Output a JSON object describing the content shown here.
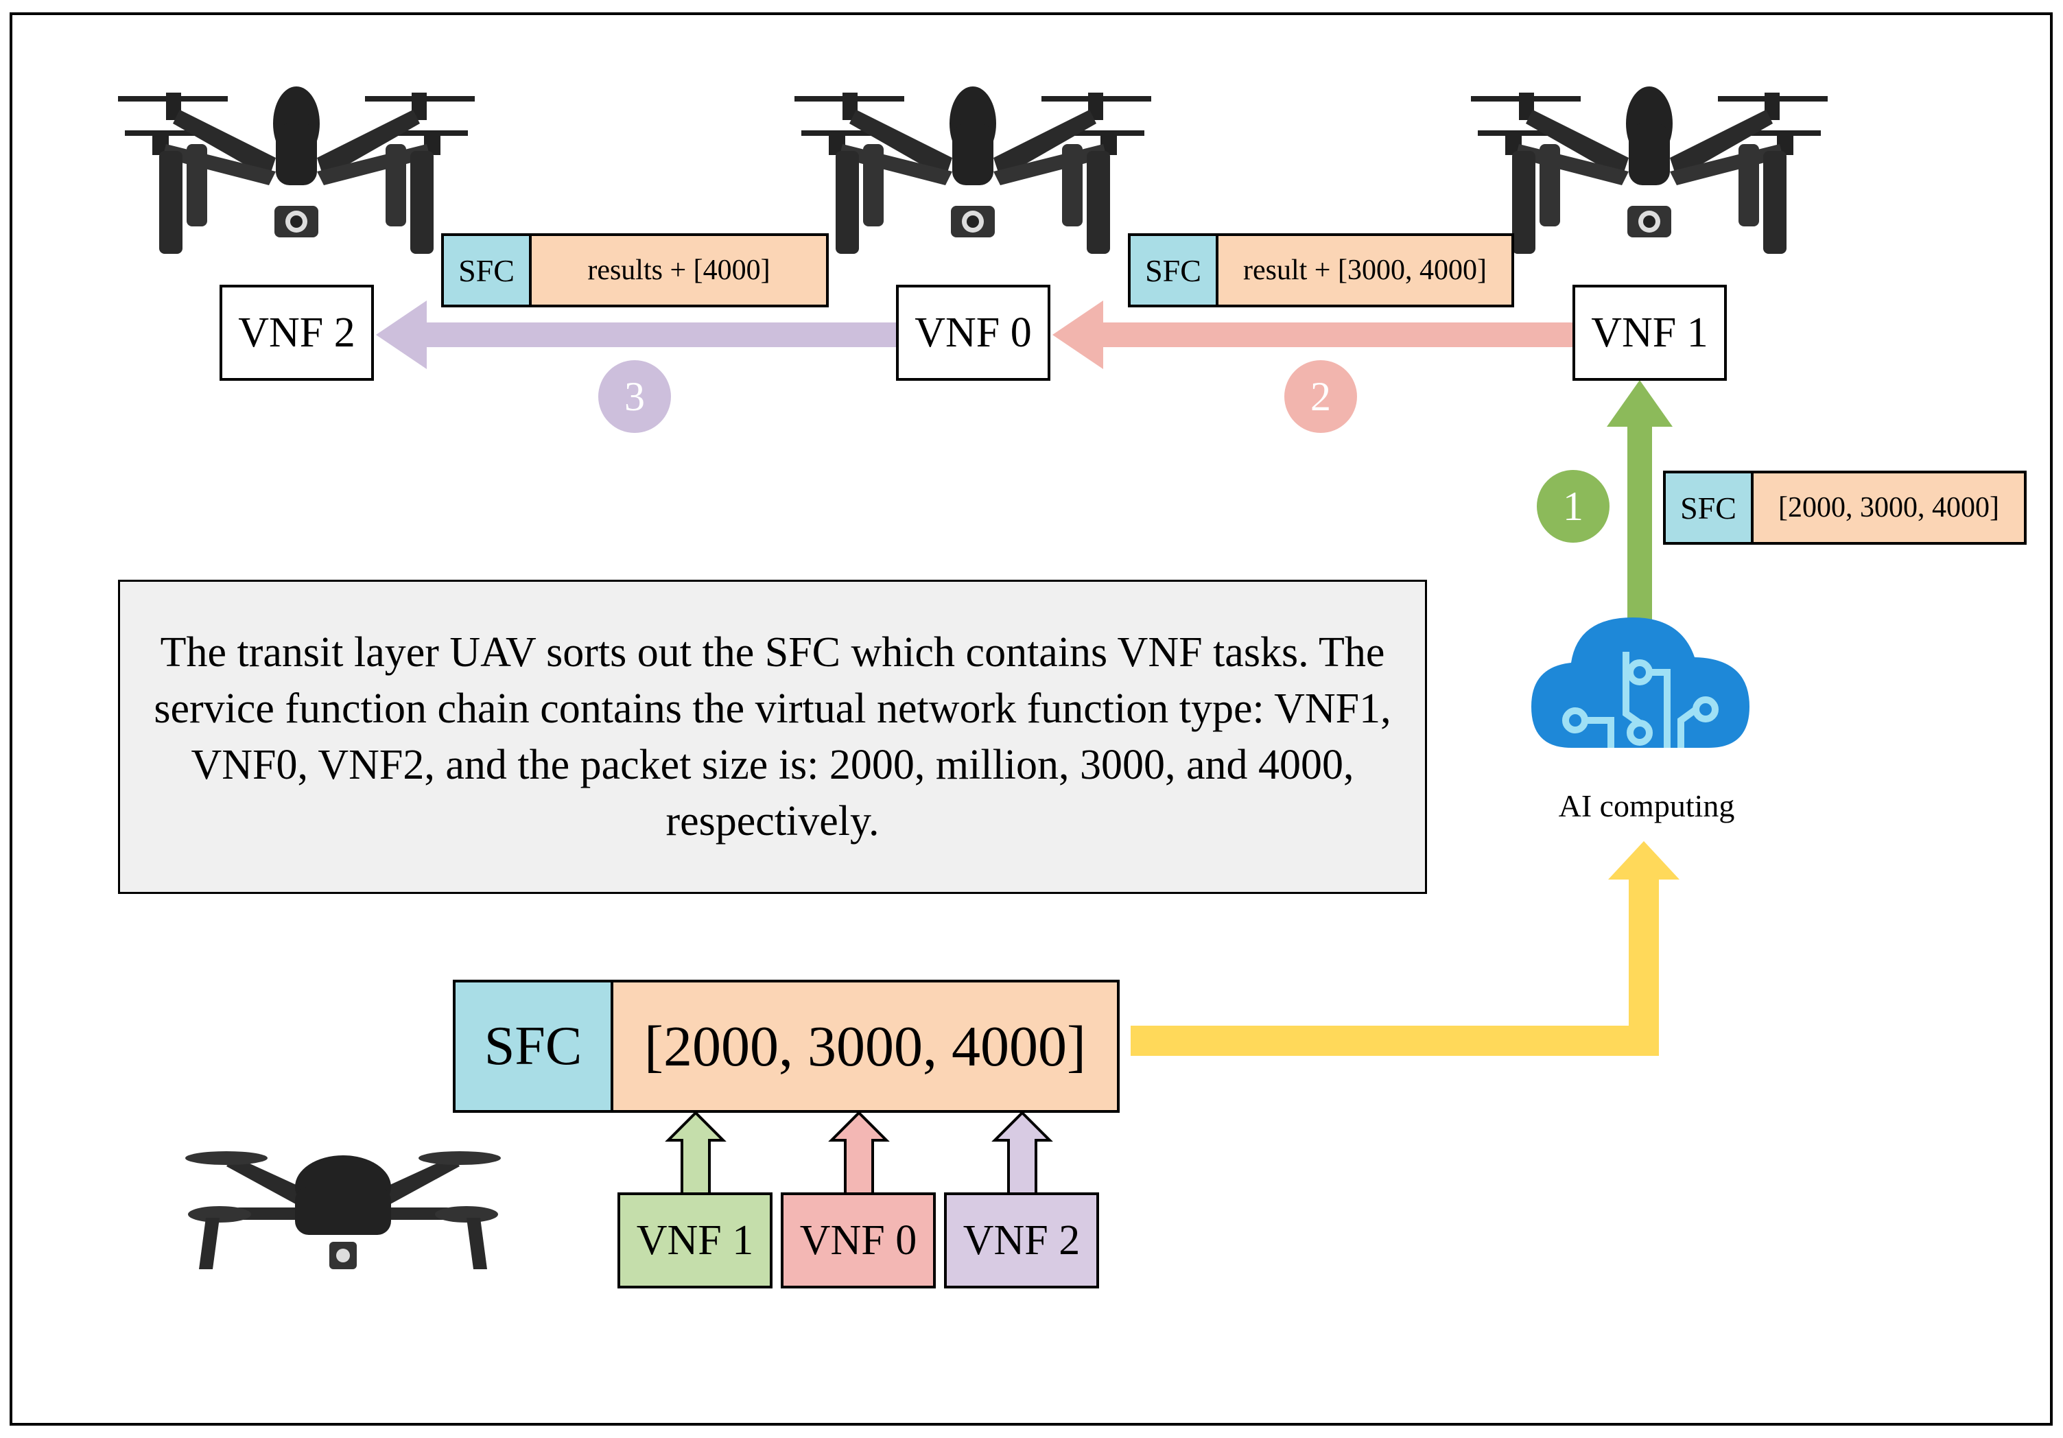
{
  "description_text": "The transit layer UAV sorts out the SFC which contains VNF tasks. The service function chain contains the virtual network function type: VNF1, VNF0, VNF2, and the packet size is: 2000, million, 3000, and 4000, respectively.",
  "ai_label": "AI computing",
  "nodes": {
    "vnf2": "VNF 2",
    "vnf0": "VNF 0",
    "vnf1": "VNF 1"
  },
  "sfc_tags": {
    "step3": {
      "label": "SFC",
      "value": "results + [4000]"
    },
    "step2": {
      "label": "SFC",
      "value": "result + [3000, 4000]"
    },
    "step1": {
      "label": "SFC",
      "value": "[2000, 3000, 4000]"
    },
    "main": {
      "label": "SFC",
      "value": "[2000, 3000, 4000]"
    }
  },
  "steps": [
    "1",
    "2",
    "3"
  ],
  "source_vnfs": [
    "VNF 1",
    "VNF 0",
    "VNF 2"
  ],
  "colors": {
    "green": "#8cba5a",
    "green_box": "#c5deab",
    "pink": "#f2b5ae",
    "pink_box": "#f3b7b4",
    "purple": "#cdbfdc",
    "purple_box": "#d8cbe3",
    "yellow": "#ffd95a",
    "sfc_label": "#a9dde6",
    "sfc_value": "#fbd5b5",
    "cloud": "#1e88d8"
  }
}
